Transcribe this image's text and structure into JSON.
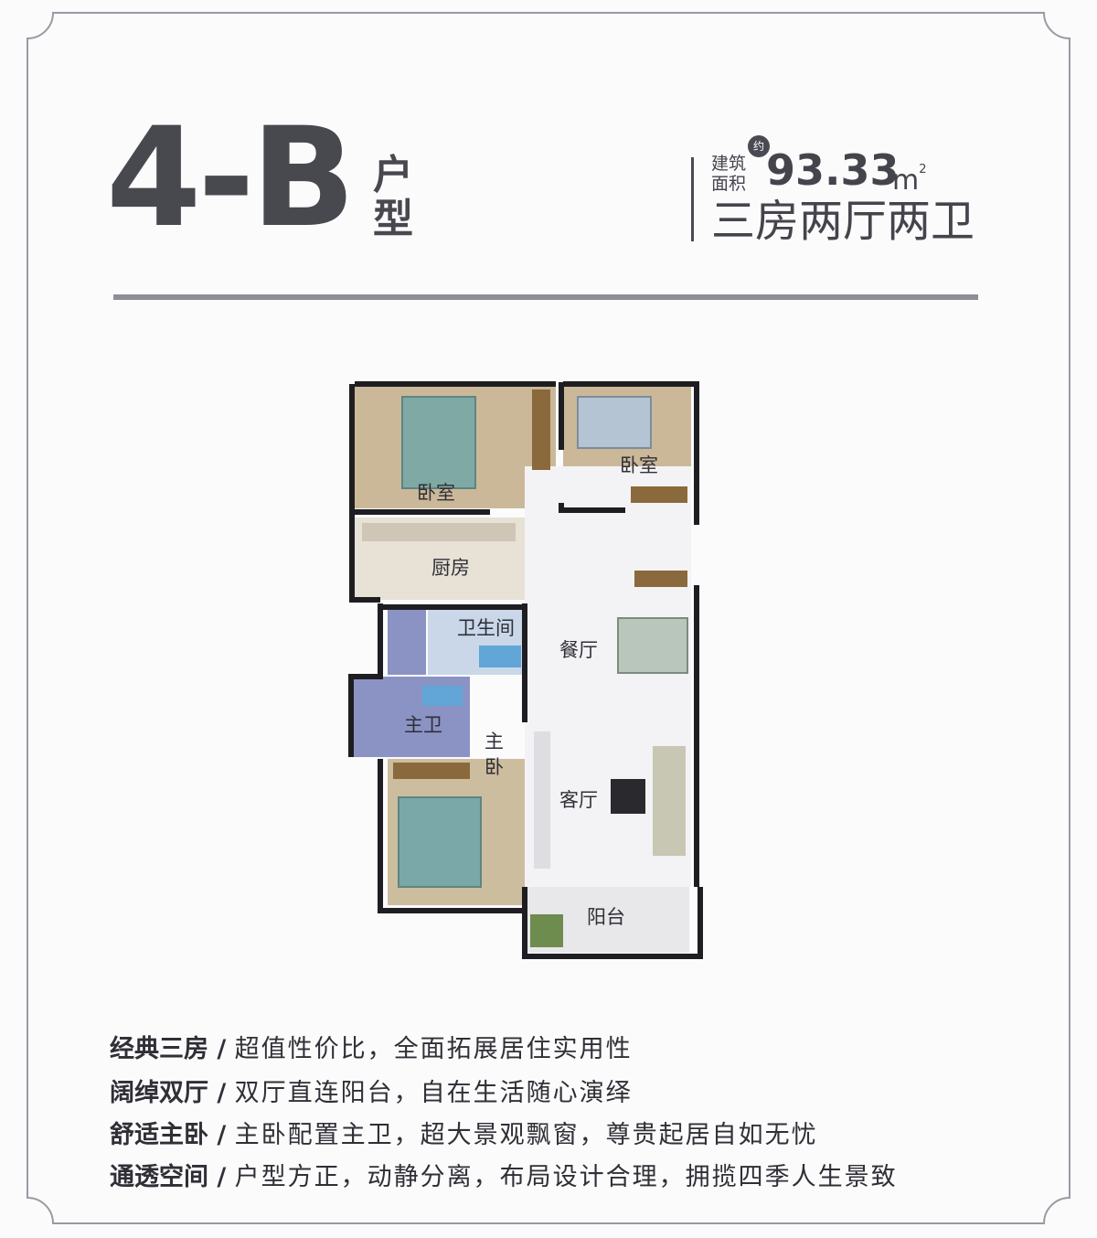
{
  "header": {
    "unit_code": "4-B",
    "unit_suffix": "户型",
    "area_label": "建筑面积",
    "area_about": "约",
    "area_value": "93.33",
    "area_unit": "m",
    "area_unit_sup": "2",
    "layout_type": "三房两厅两卫"
  },
  "floorplan": {
    "rooms": {
      "bedroom_top_left": "卧室",
      "bedroom_top_right": "卧室",
      "kitchen": "厨房",
      "bathroom": "卫生间",
      "master_bath": "主卫",
      "master_bedroom_1": "主",
      "master_bedroom_2": "卧",
      "dining": "餐厅",
      "living": "客厅",
      "balcony": "阳台"
    }
  },
  "features": [
    {
      "title": "经典三房",
      "sep": " / ",
      "desc": "超值性价比，全面拓展居住实用性"
    },
    {
      "title": "阔绰双厅",
      "sep": " / ",
      "desc": "双厅直连阳台，自在生活随心演绎"
    },
    {
      "title": "舒适主卧",
      "sep": " / ",
      "desc": "主卧配置主卫，超大景观飘窗，尊贵起居自如无忧"
    },
    {
      "title": "通透空间",
      "sep": " / ",
      "desc": "户型方正，动静分离，布局设计合理，拥揽四季人生景致"
    }
  ],
  "colors": {
    "frame": "#8a8a94",
    "heading": "#48484f",
    "wall": "#1e1e22",
    "bedroom_floor": "#c9b79a",
    "bath_floor": "#8a94c6",
    "living_floor": "#f4f4f6"
  }
}
